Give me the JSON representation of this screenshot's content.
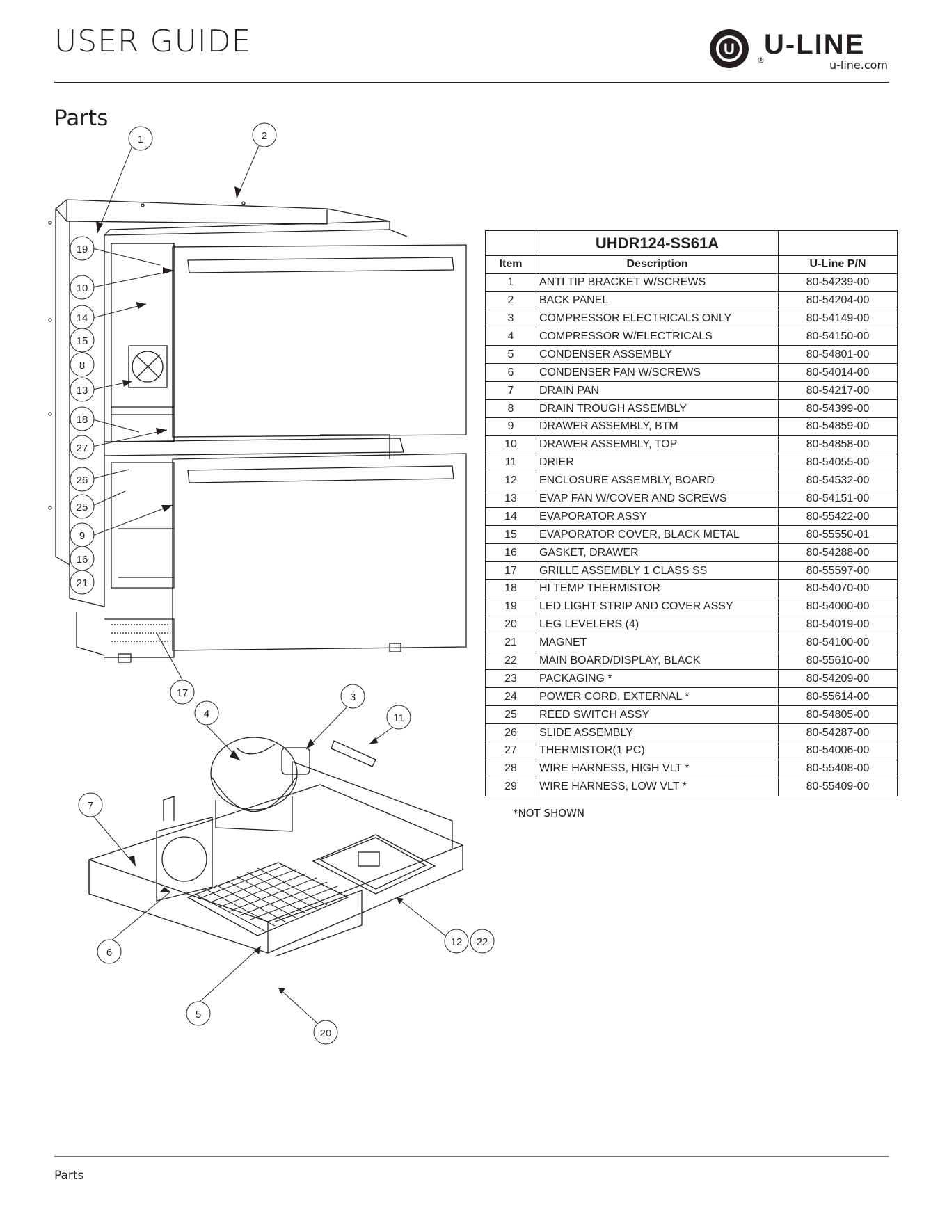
{
  "header": {
    "title": "USER GUIDE",
    "brand_name": "U-LINE",
    "brand_url": "u-line.com",
    "brand_logo_letter": "U",
    "registered_mark": "®"
  },
  "section_title": "Parts",
  "diagram": {
    "callouts": [
      "1",
      "2",
      "19",
      "10",
      "14",
      "15",
      "8",
      "13",
      "18",
      "27",
      "26",
      "25",
      "9",
      "16",
      "21",
      "17",
      "4",
      "3",
      "11",
      "7",
      "6",
      "5",
      "12",
      "22",
      "20"
    ]
  },
  "table": {
    "model": "UHDR124-SS61A",
    "columns": [
      "Item",
      "Description",
      "U-Line P/N"
    ],
    "rows": [
      {
        "item": "1",
        "description": "ANTI TIP BRACKET W/SCREWS",
        "pn": "80-54239-00"
      },
      {
        "item": "2",
        "description": "BACK PANEL",
        "pn": "80-54204-00"
      },
      {
        "item": "3",
        "description": "COMPRESSOR ELECTRICALS ONLY",
        "pn": "80-54149-00"
      },
      {
        "item": "4",
        "description": "COMPRESSOR W/ELECTRICALS",
        "pn": "80-54150-00"
      },
      {
        "item": "5",
        "description": "CONDENSER ASSEMBLY",
        "pn": "80-54801-00"
      },
      {
        "item": "6",
        "description": "CONDENSER FAN W/SCREWS",
        "pn": "80-54014-00"
      },
      {
        "item": "7",
        "description": "DRAIN PAN",
        "pn": "80-54217-00"
      },
      {
        "item": "8",
        "description": "DRAIN TROUGH ASSEMBLY",
        "pn": "80-54399-00"
      },
      {
        "item": "9",
        "description": "DRAWER ASSEMBLY, BTM",
        "pn": "80-54859-00"
      },
      {
        "item": "10",
        "description": "DRAWER ASSEMBLY, TOP",
        "pn": "80-54858-00"
      },
      {
        "item": "11",
        "description": "DRIER",
        "pn": "80-54055-00"
      },
      {
        "item": "12",
        "description": "ENCLOSURE ASSEMBLY, BOARD",
        "pn": "80-54532-00"
      },
      {
        "item": "13",
        "description": "EVAP FAN W/COVER AND SCREWS",
        "pn": "80-54151-00"
      },
      {
        "item": "14",
        "description": "EVAPORATOR ASSY",
        "pn": "80-55422-00"
      },
      {
        "item": "15",
        "description": "EVAPORATOR COVER, BLACK METAL",
        "pn": "80-55550-01"
      },
      {
        "item": "16",
        "description": "GASKET, DRAWER",
        "pn": "80-54288-00"
      },
      {
        "item": "17",
        "description": "GRILLE ASSEMBLY 1 CLASS SS",
        "pn": "80-55597-00"
      },
      {
        "item": "18",
        "description": "HI TEMP THERMISTOR",
        "pn": "80-54070-00"
      },
      {
        "item": "19",
        "description": "LED LIGHT STRIP AND COVER ASSY",
        "pn": "80-54000-00"
      },
      {
        "item": "20",
        "description": "LEG LEVELERS (4)",
        "pn": "80-54019-00"
      },
      {
        "item": "21",
        "description": "MAGNET",
        "pn": "80-54100-00"
      },
      {
        "item": "22",
        "description": "MAIN BOARD/DISPLAY, BLACK",
        "pn": "80-55610-00"
      },
      {
        "item": "23",
        "description": "PACKAGING *",
        "pn": "80-54209-00"
      },
      {
        "item": "24",
        "description": "POWER CORD, EXTERNAL *",
        "pn": "80-55614-00"
      },
      {
        "item": "25",
        "description": "REED SWITCH ASSY",
        "pn": "80-54805-00"
      },
      {
        "item": "26",
        "description": "SLIDE ASSEMBLY",
        "pn": "80-54287-00"
      },
      {
        "item": "27",
        "description": "THERMISTOR(1 PC)",
        "pn": "80-54006-00"
      },
      {
        "item": "28",
        "description": "WIRE HARNESS, HIGH VLT *",
        "pn": "80-55408-00"
      },
      {
        "item": "29",
        "description": "WIRE HARNESS, LOW VLT *",
        "pn": "80-55409-00"
      }
    ]
  },
  "footnote": "*NOT SHOWN",
  "footer": {
    "section": "Parts"
  }
}
